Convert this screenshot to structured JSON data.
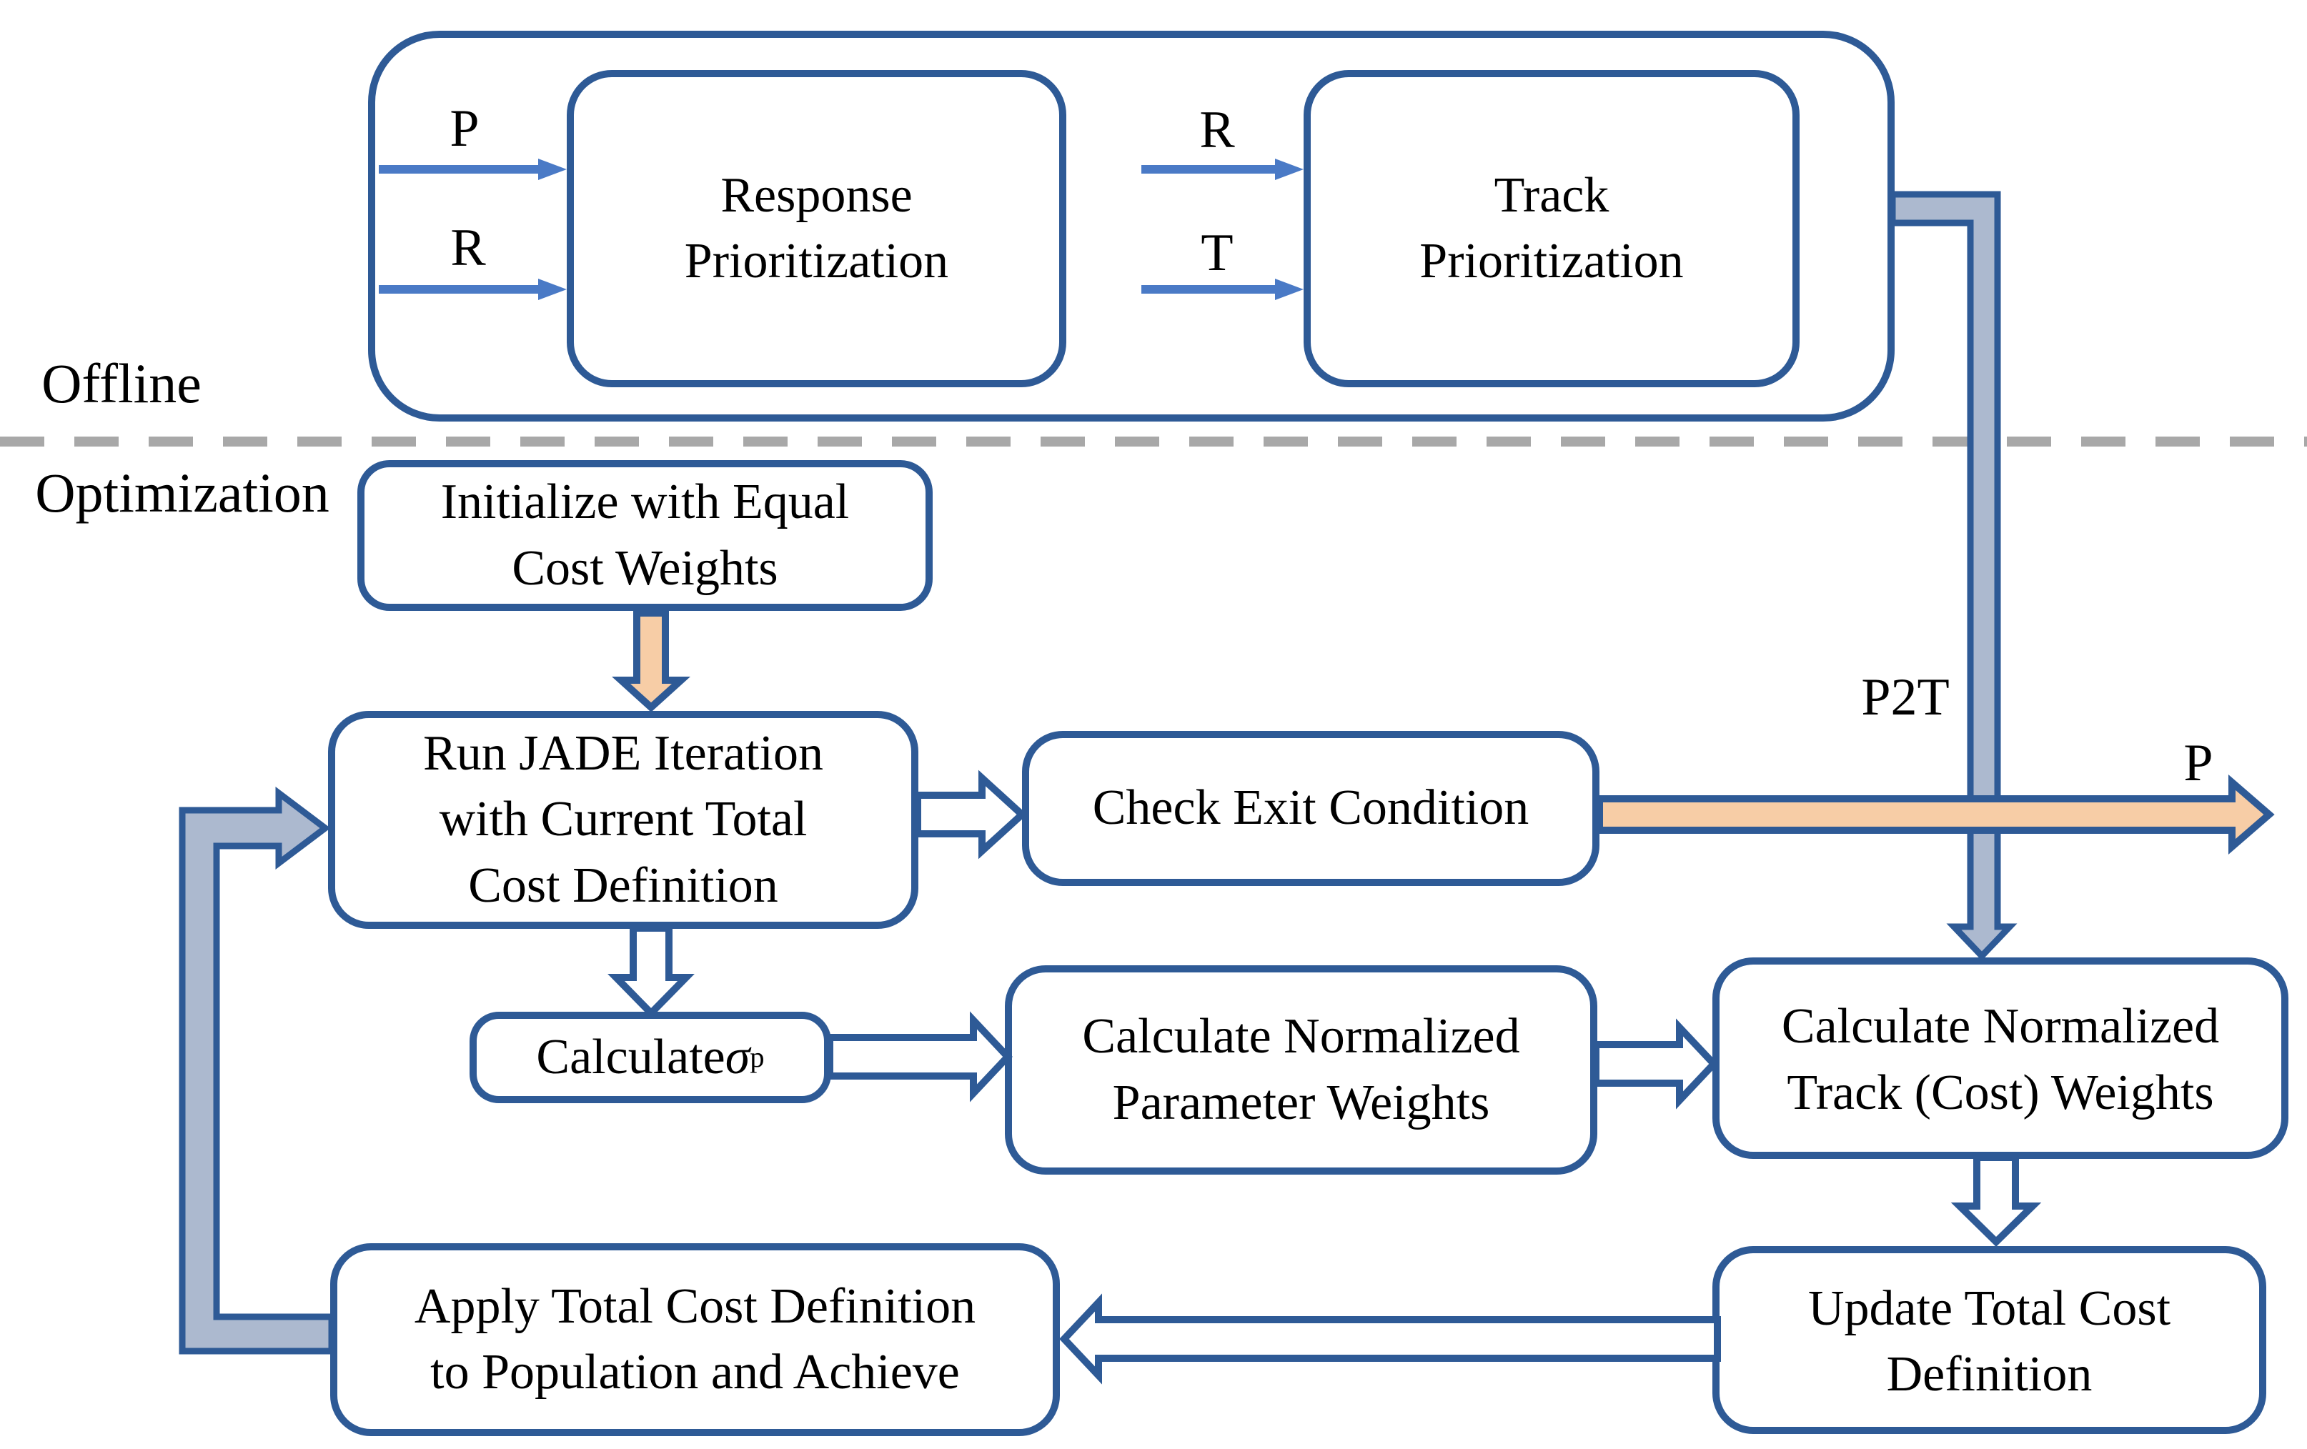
{
  "labels": {
    "offline": "Offline",
    "optimization": "Optimization",
    "p_in": "P",
    "r_in": "R",
    "r_in2": "R",
    "t_in": "T",
    "p2t": "P2T",
    "p_out": "P"
  },
  "boxes": {
    "response": "Response\nPrioritization",
    "track": "Track\nPrioritization",
    "initialize": "Initialize with Equal\nCost Weights",
    "run_jade": "Run JADE Iteration\nwith Current Total\nCost Definition",
    "check_exit": "Check Exit Condition",
    "calc_sigma_prefix": "Calculate ",
    "calc_sigma_symbol": "σ",
    "calc_sigma_subscript": "p",
    "param_weights": "Calculate Normalized\nParameter Weights",
    "track_weights": "Calculate Normalized\nTrack (Cost) Weights",
    "update_cost": "Update Total Cost\nDefinition",
    "apply": "Apply Total Cost Definition\nto Population and Achieve"
  },
  "colors": {
    "box_stroke": "#2e5a96",
    "thin_arrow": "#4a7ac6",
    "peach_fill": "#f7cda6",
    "gray_fill": "#acb9cf",
    "dash": "#a8a8a8",
    "text": "#000000",
    "background": "#ffffff"
  }
}
